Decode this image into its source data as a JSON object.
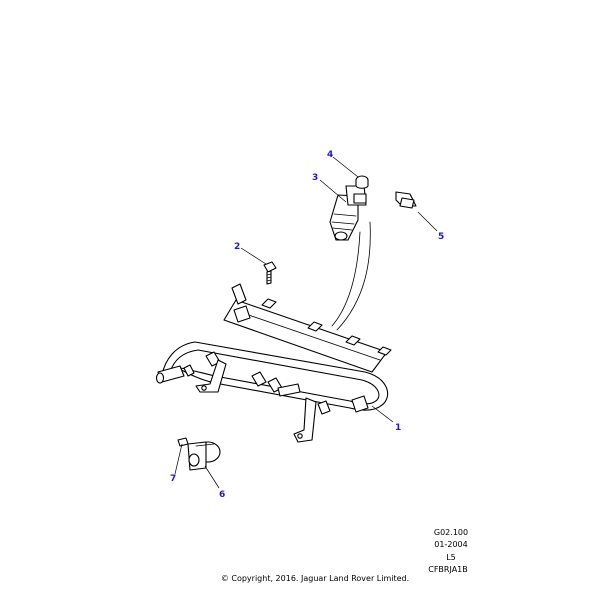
{
  "diagram": {
    "callouts": [
      "1",
      "2",
      "3",
      "4",
      "5",
      "6",
      "7"
    ]
  },
  "reference": {
    "group_code": "G02.100",
    "date": "01-2004",
    "level": "L5",
    "figure_id": "CFBRJA1B"
  },
  "footer": {
    "copyright": "© Copyright, 2016. Jaguar Land Rover Limited."
  }
}
